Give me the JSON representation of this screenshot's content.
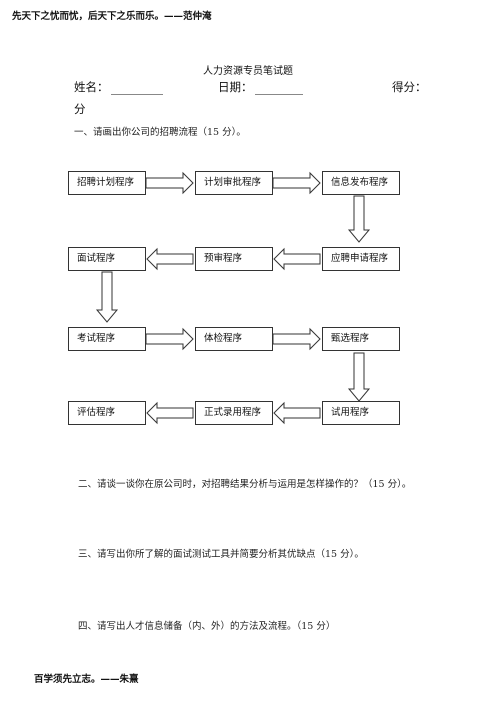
{
  "header_quote": "先天下之忧而忧，后天下之乐而乐。——范仲淹",
  "footer_quote": "百学须先立志。——朱熹",
  "title": "人力资源专员笔试题",
  "fields": {
    "name_label": "姓名：",
    "date_label": "日期：",
    "score_label": "得分：",
    "score_continuation": "分"
  },
  "questions": [
    "一、请画出你公司的招聘流程（15 分）。",
    "二、请谈一谈你在原公司时，对招聘结果分析与运用是怎样操作的？（15 分）。",
    "三、请写出你所了解的面试测试工具并简要分析其优缺点（15 分）。",
    "四、请写出人才信息储备（内、外）的方法及流程。（15 分）"
  ],
  "flowchart": {
    "row1": [
      "招聘计划程序",
      "计划审批程序",
      "信息发布程序"
    ],
    "row2": [
      "面试程序",
      "预审程序",
      "应聘申请程序"
    ],
    "row3": [
      "考试程序",
      "体检程序",
      "甄选程序"
    ],
    "row4": [
      "评估程序",
      "正式录用程序",
      "试用程序"
    ]
  }
}
